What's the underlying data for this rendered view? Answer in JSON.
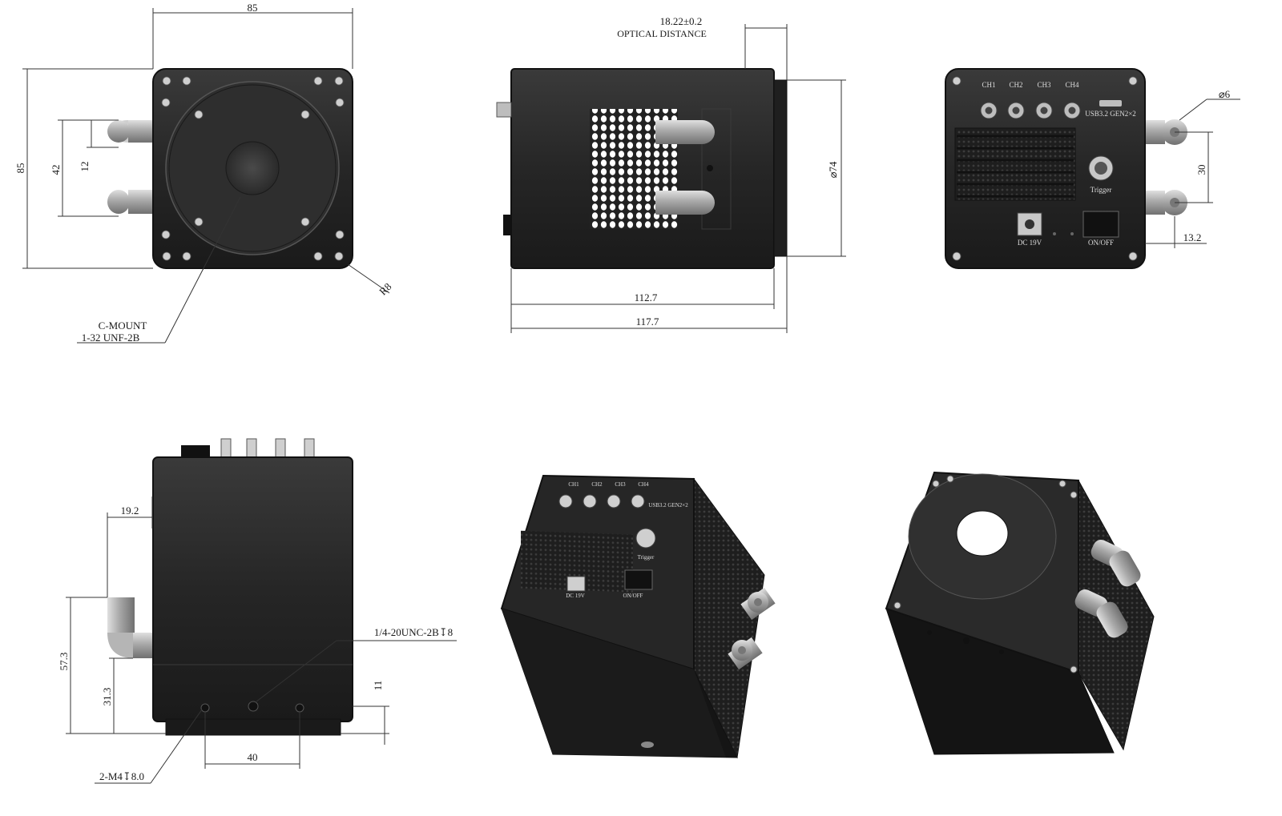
{
  "front_view": {
    "width_dim": "85",
    "height_dim": "85",
    "dim_42": "42",
    "dim_12": "12",
    "corner_radius": "R8",
    "mount_line1": "C-MOUNT",
    "mount_line2": "1-32 UNF-2B"
  },
  "side_view": {
    "optical_value": "18.22±0.2",
    "optical_label": "OPTICAL DISTANCE",
    "diameter": "⌀74",
    "length_body": "112.7",
    "length_total": "117.7"
  },
  "rear_view": {
    "ch1": "CH1",
    "ch2": "CH2",
    "ch3": "CH3",
    "ch4": "CH4",
    "usb": "USB3.2 GEN2×2",
    "trigger": "Trigger",
    "dc": "DC 19V",
    "power": "ON/OFF",
    "hole_diameter": "⌀6",
    "dim_30": "30",
    "dim_13_2": "13.2"
  },
  "bottom_view": {
    "dim_19_2": "19.2",
    "thread_note": "1/4-20UNC-2B↧8",
    "dim_57_3": "57.3",
    "dim_31_3": "31.3",
    "dim_11": "11",
    "dim_40": "40",
    "hole_note": "2-M4↧8.0"
  },
  "iso_rear": {
    "ch1": "CH1",
    "ch2": "CH2",
    "ch3": "CH3",
    "ch4": "CH4",
    "usb": "USB3.2 GEN2×2",
    "trigger": "Trigger",
    "dc": "DC 19V",
    "power": "ON/OFF"
  },
  "colors": {
    "body": "#2a2a2a",
    "body_dark": "#151515",
    "fitting": "#a9a9a9"
  }
}
